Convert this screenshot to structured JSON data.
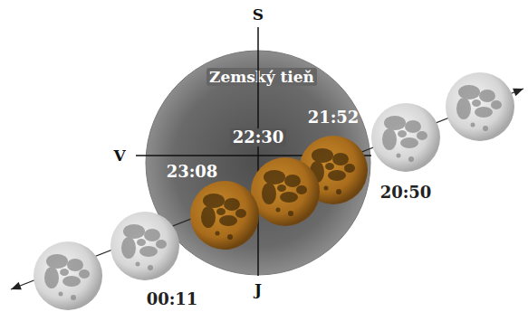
{
  "diagram": {
    "nodes": [
      {
        "text": [
          "Zemský tieň"
        ]
      }
    ],
    "labels": [
      "S",
      "V",
      "J",
      "21:52",
      "22:30",
      "23:08",
      "20:50",
      "00:11"
    ]
  }
}
